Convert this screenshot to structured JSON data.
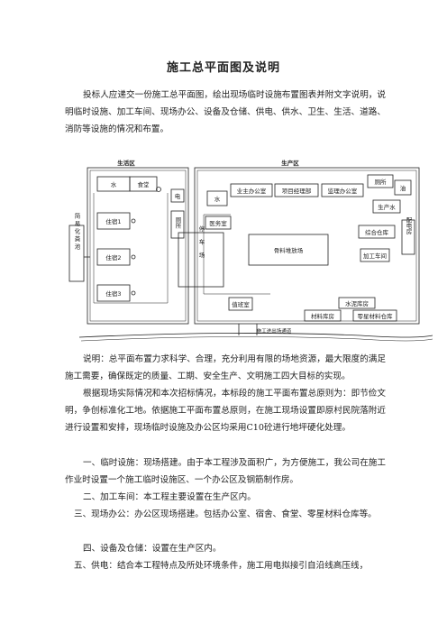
{
  "title": "施工总平面图及说明",
  "intro": "投标人应递交一份施工总平面图，绘出现场临时设施布置图表并附文字说明，说明临时设施、加工车间、现场办公、设备及仓储、供电、供水、卫生、生活、道路、消防等设施的情况和布置。",
  "diagram": {
    "living_area": "生活区",
    "production_area": "生产区",
    "water": "水",
    "canteen": "食堂",
    "electric": "电",
    "toilet": "厕所",
    "dorm1": "住宿1",
    "dorm2": "住宿2",
    "dorm3": "住宿3",
    "septic": "简易化粪池",
    "water2": "水",
    "owner_office": "业主办公室",
    "pm_office": "项目经理部",
    "supervisor_office": "监理办公室",
    "toilet2": "厕所",
    "oil": "油",
    "production_water": "生产水",
    "medical": "医务室",
    "parking": "停车场",
    "aggregate": "骨料堆放场",
    "warehouse": "综合仓库",
    "power_room": "配电房",
    "workshop": "加工车间",
    "guard": "值班室",
    "cement_shed": "水泥库房",
    "material_store": "材料库房",
    "parts_store": "零星材料仓库",
    "gate_road": "施工进出场通道"
  },
  "explanation": "说明：总平面布置力求科学、合理，充分利用有限的场地资源，最大限度的满足施工需要，确保既定的质量、工期、安全生产、文明施工四大目标的实现。",
  "principle": "根据现场实际情况和本次招标情况，本标段的施工平面布置总原则为：即节俭文明，争创标准化工地。依据施工平面布置总原则，在施工现场设置即原村民院落附近进行设置和安排，现场临时设施及办公区均采用C10砼进行地坪硬化处理。",
  "items": [
    "一、临时设施：现场搭建。由于本工程涉及面积广，为方便施工，我公司在施工作业时设置一个施工临时设施区、一个办公区及钢筋制作房。",
    "二、加工车间：本工程主要设置在生产区内。",
    "三、现场办公：办公区现场搭建。包括办公室、宿舍、食堂、零星材料仓库等。",
    "四、设备及仓储：设置在生产区内。",
    "五、供电：结合本工程特点及所处环境条件，施工用电拟接引自沿线高压线，"
  ]
}
